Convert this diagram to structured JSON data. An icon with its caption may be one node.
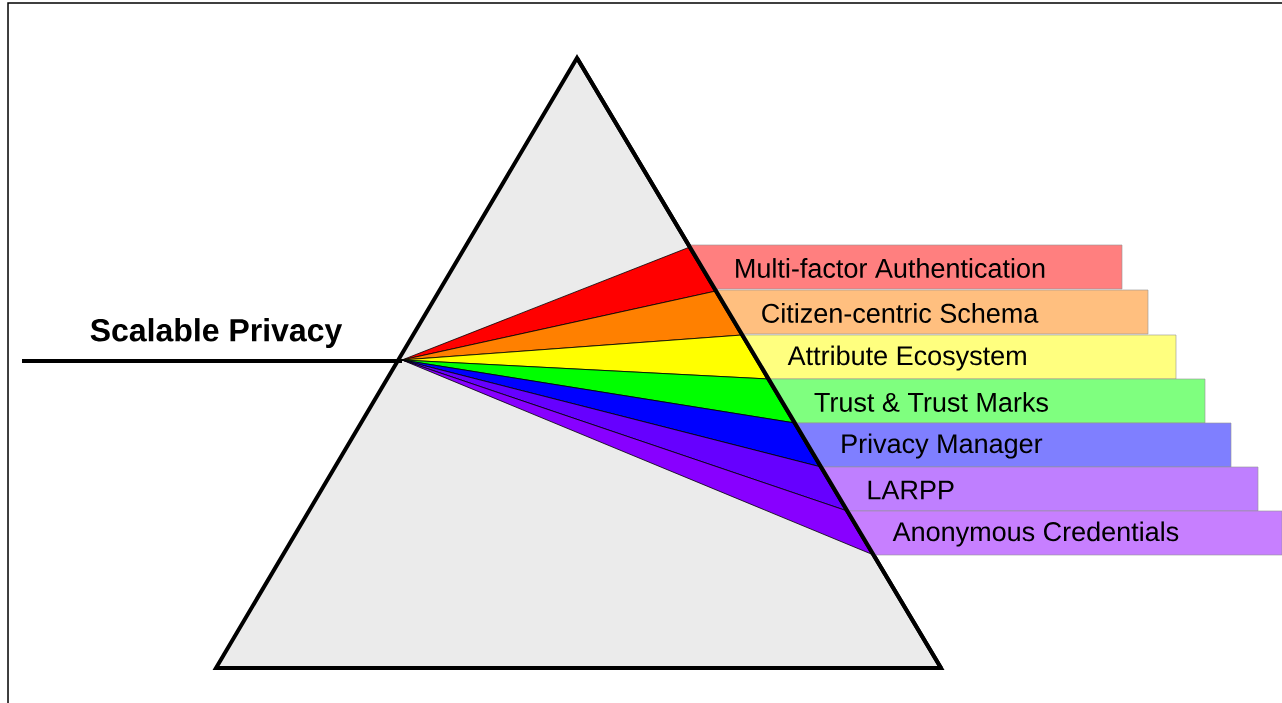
{
  "diagram": {
    "nodes": [
      {
        "text": [
          "Scalable Privacy"
        ]
      },
      {
        "text": [
          "Multi-factor Authentication"
        ]
      },
      {
        "text": [
          "Citizen-centric Schema"
        ]
      },
      {
        "text": [
          "Attribute Ecosystem"
        ]
      },
      {
        "text": [
          "Trust & Trust Marks"
        ]
      },
      {
        "text": [
          "Privacy Manager"
        ]
      },
      {
        "text": [
          "LARPP"
        ]
      },
      {
        "text": [
          "Anonymous Credentials"
        ]
      }
    ]
  }
}
